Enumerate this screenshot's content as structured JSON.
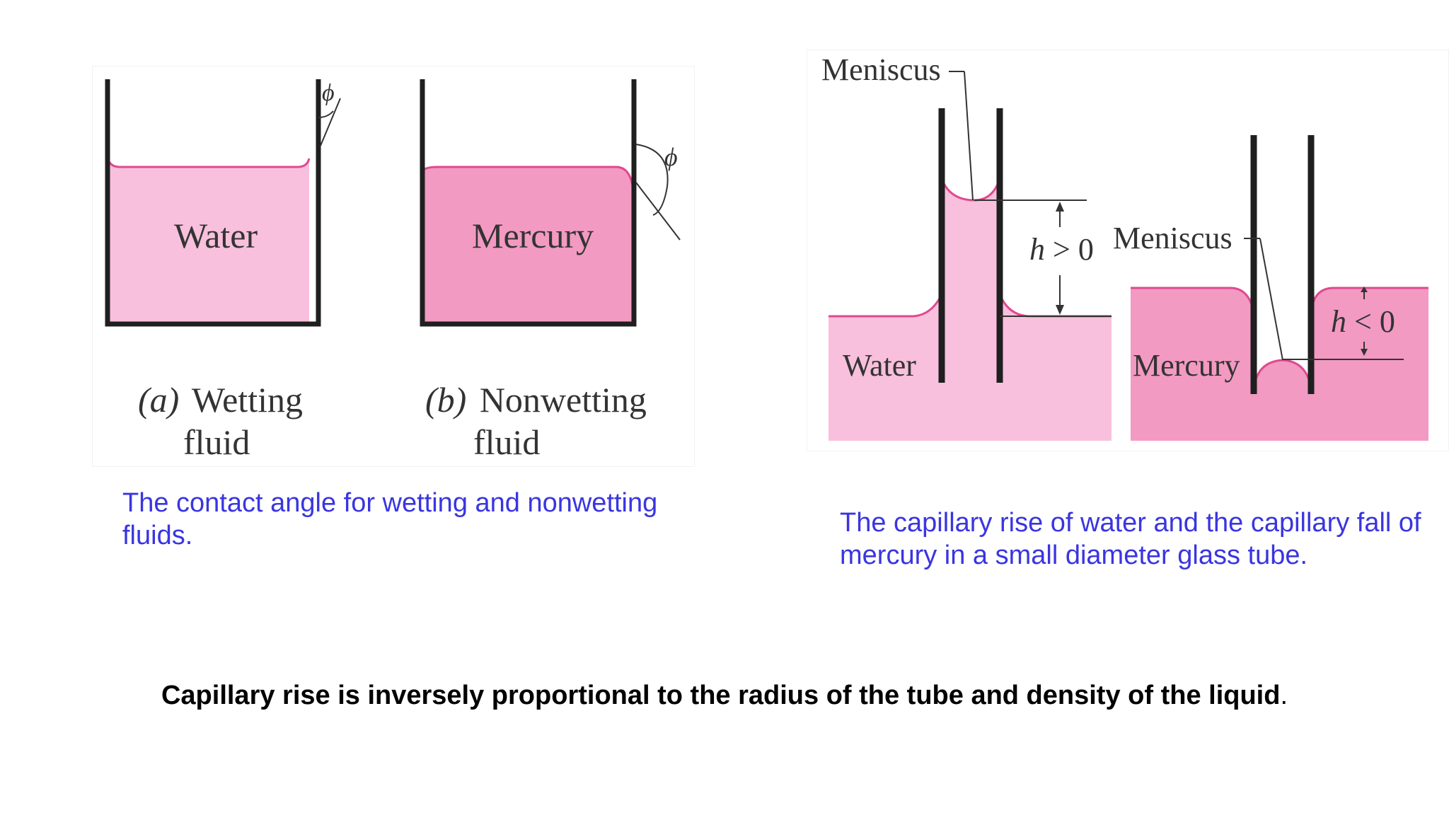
{
  "colors": {
    "water_fill": "#f8c0dc",
    "mercury_fill": "#f29ac2",
    "surface_line": "#e0498f",
    "glass": "#1f1f1f",
    "caption": "#3a35e0"
  },
  "contact_angle_figure": {
    "water_label": "Water",
    "mercury_label": "Mercury",
    "angle_symbol": "ϕ",
    "part_a_letter": "(a)",
    "part_a_line1": "Wetting",
    "part_a_line2": "fluid",
    "part_b_letter": "(b)",
    "part_b_line1": "Nonwetting",
    "part_b_line2": "fluid"
  },
  "capillary_figure": {
    "meniscus_label_water": "Meniscus",
    "meniscus_label_mercury": "Meniscus",
    "water_label": "Water",
    "mercury_label": "Mercury",
    "rise_h": "h",
    "rise_rel": " > 0",
    "fall_h": "h",
    "fall_rel": " < 0"
  },
  "captions": {
    "contact_angle": "The contact angle for wetting and nonwetting fluids.",
    "capillary": "The capillary rise of water and the capillary fall of mercury in a small diameter glass tube."
  },
  "footer": {
    "statement": "Capillary rise is inversely proportional to the radius of the tube and density of the liquid",
    "period": "."
  }
}
